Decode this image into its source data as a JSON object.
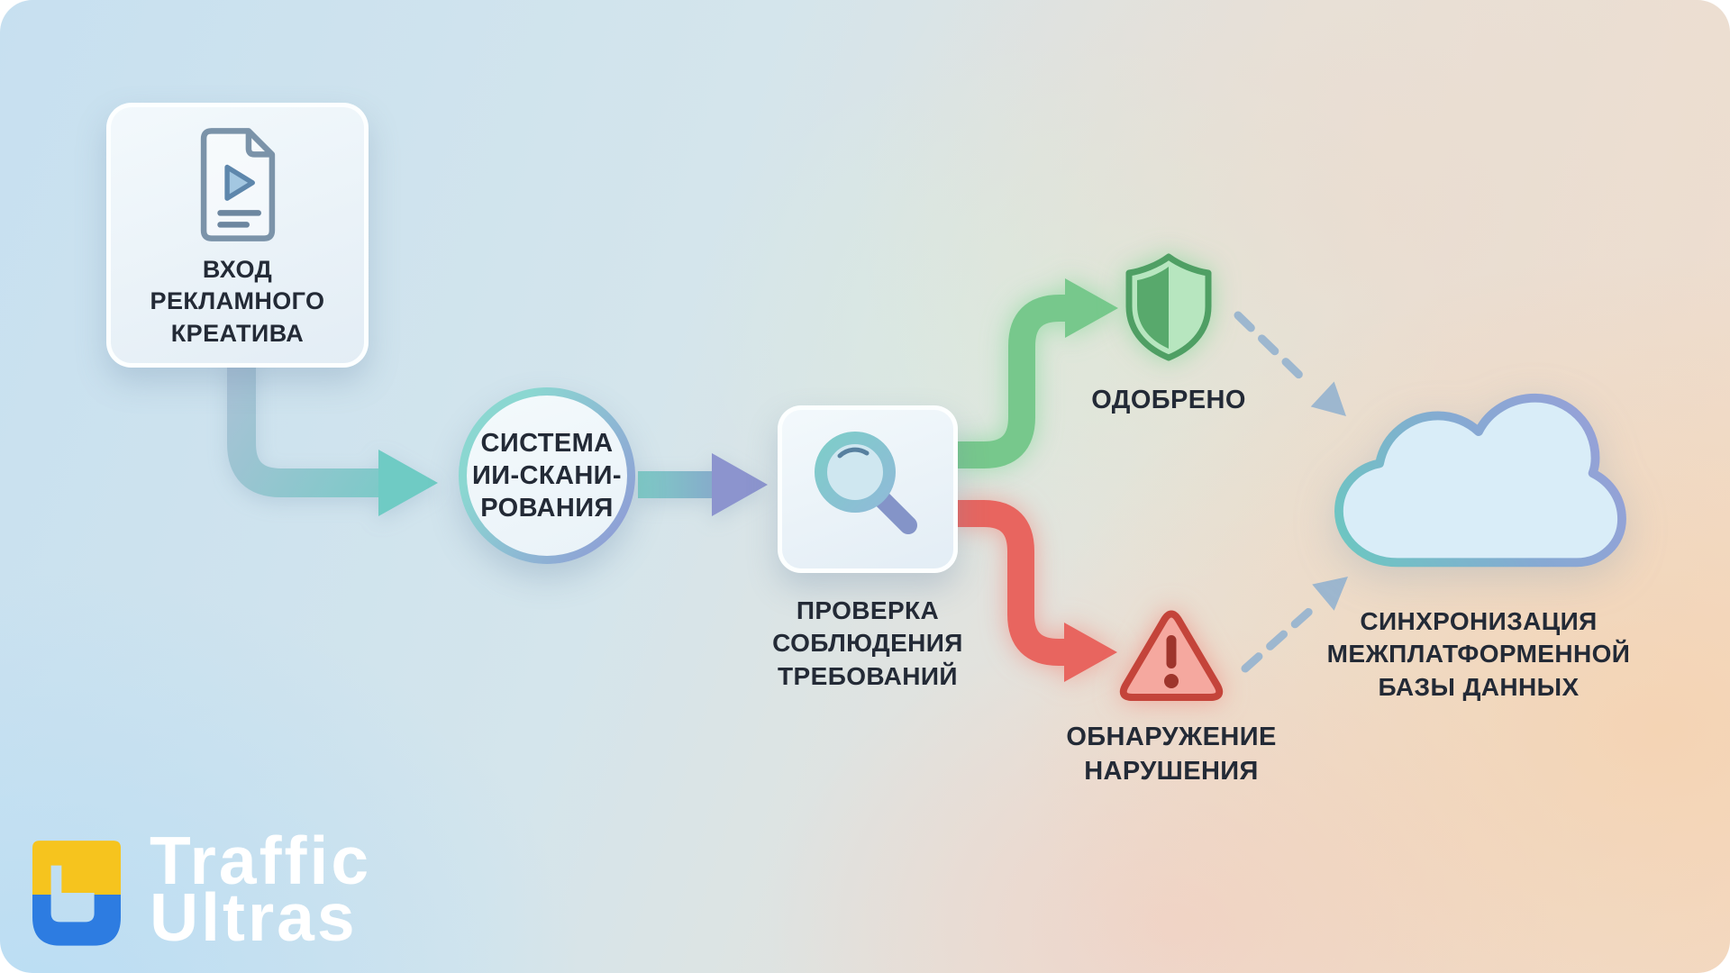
{
  "diagram": {
    "title_hint": "ad-creative-ai-scanning-flow",
    "nodes": {
      "creative_input": {
        "icon": "video-document-icon",
        "lines": [
          "ВХОД",
          "РЕКЛАМНОГО",
          "КРЕАТИВА"
        ]
      },
      "ai_scanner": {
        "lines": [
          "СИСТЕМА",
          "ИИ-СКАНИ-",
          "РОВАНИЯ"
        ]
      },
      "compliance_check": {
        "icon": "magnifier-icon",
        "lines": [
          "ПРОВЕРКА",
          "СОБЛЮДЕНИЯ",
          "ТРЕБОВАНИЙ"
        ]
      },
      "approved": {
        "icon": "shield-icon",
        "label": "ОДОБРЕНО"
      },
      "violation": {
        "icon": "warning-triangle-icon",
        "lines": [
          "ОБНАРУЖЕНИЕ",
          "НАРУШЕНИЯ"
        ]
      },
      "db_sync": {
        "icon": "cloud-icon",
        "lines": [
          "СИНХРОНИЗАЦИЯ",
          "МЕЖПЛАТФОРМЕННОЙ",
          "БАЗЫ ДАННЫХ"
        ]
      }
    },
    "colors": {
      "approve_green": "#77c88c",
      "reject_red": "#e8655f",
      "flow_teal": "#74cac5",
      "flow_slate": "#8e96cf",
      "dashed_blue": "#9db7cf",
      "text": "#232a36"
    }
  },
  "logo": {
    "line1": "Traffic",
    "line2": "Ultras",
    "mark_yellow": "#f6c41e",
    "mark_blue": "#2d7ce1"
  }
}
